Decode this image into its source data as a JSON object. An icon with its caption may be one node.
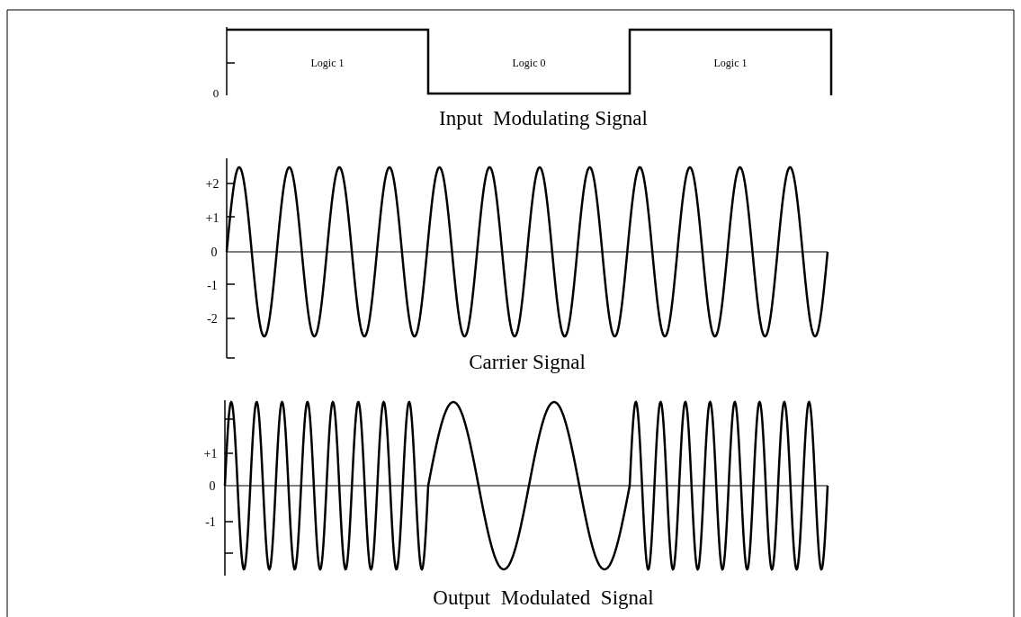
{
  "diagram": {
    "labels": [
      "Logic 1",
      "Logic 0",
      "Logic 1",
      "0",
      "Input  Modulating Signal",
      "+2",
      "+1",
      "0",
      "-1",
      "-2",
      "Carrier Signal",
      "+1",
      "0",
      "-1",
      "Output  Modulated  Signal"
    ]
  }
}
